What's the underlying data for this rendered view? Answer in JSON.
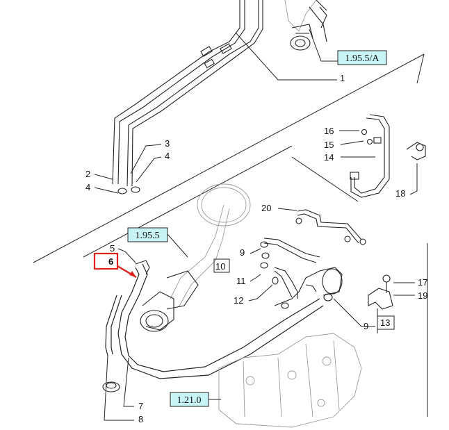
{
  "diagram": {
    "reference_labels": [
      "1.95.5/A",
      "1.95.5",
      "1.21.0"
    ],
    "part_numbers": [
      "1",
      "2",
      "3",
      "4",
      "4",
      "5",
      "6",
      "7",
      "8",
      "9",
      "9",
      "10",
      "11",
      "12",
      "13",
      "14",
      "15",
      "16",
      "17",
      "18",
      "19",
      "20"
    ],
    "highlighted_part": "6",
    "colors": {
      "reference_box_fill": "#c8f4f6",
      "highlight": "#e0201c",
      "ink": "#111111"
    }
  }
}
